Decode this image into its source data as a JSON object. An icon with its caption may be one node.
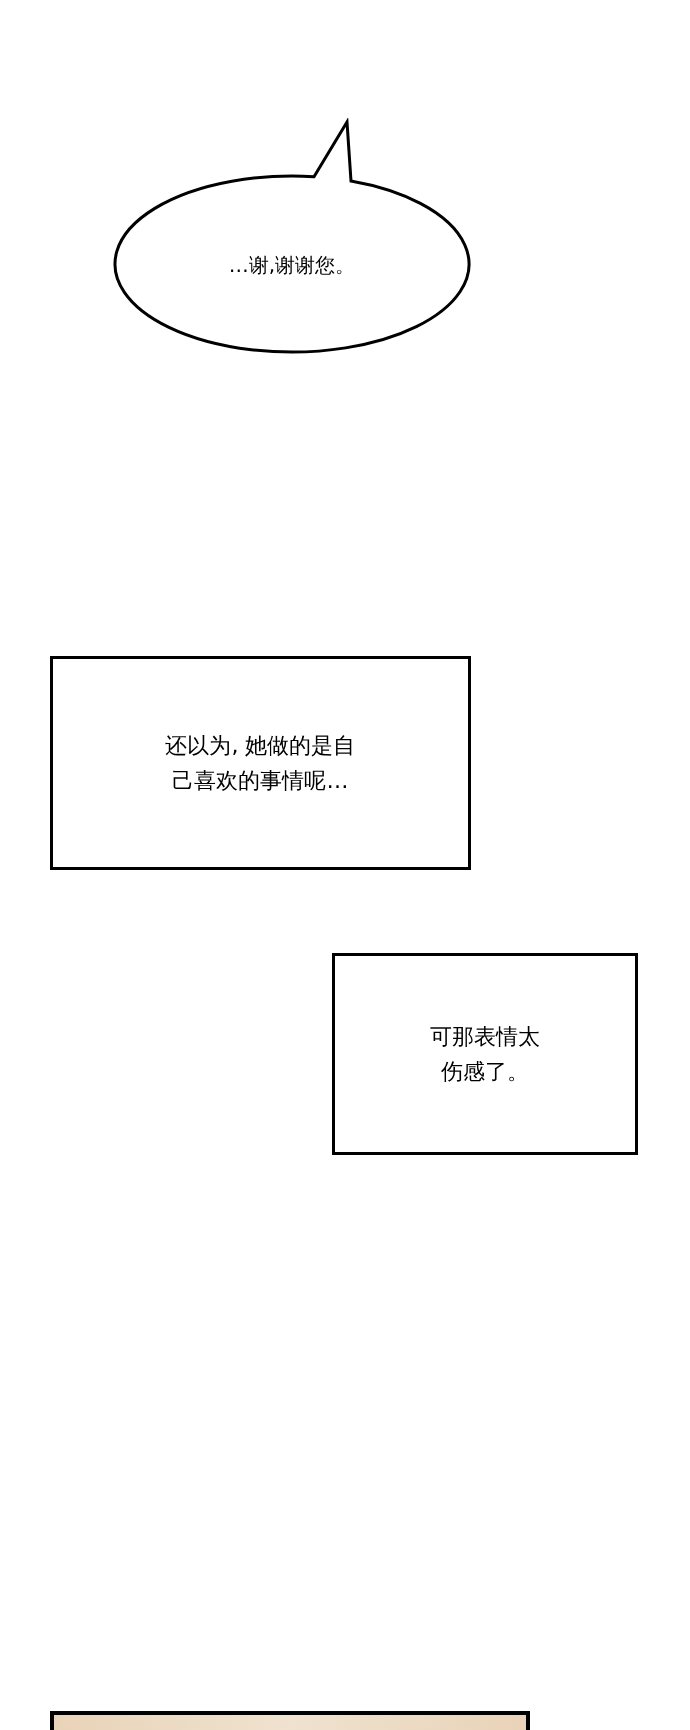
{
  "diagram": {
    "nodes": [
      {
        "text": [
          "…谢,谢谢您。"
        ]
      },
      {
        "text": [
          "还以为, 她做的是自己喜欢的事情呢…"
        ]
      },
      {
        "text": [
          "可那表情太伤感了。"
        ]
      },
      {
        "text": [],
        "shape": "box"
      }
    ]
  }
}
